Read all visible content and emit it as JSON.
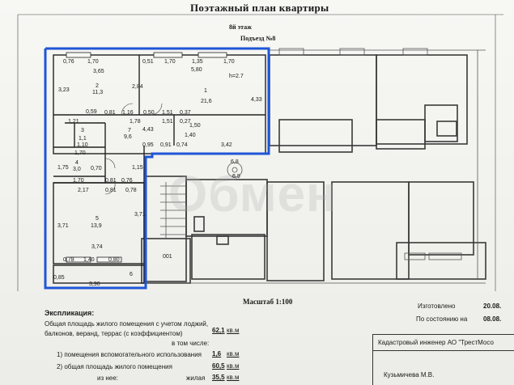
{
  "document": {
    "title": "Поэтажный план квартиры",
    "floor": "8й этаж",
    "entrance": "Подъезд №8",
    "scale": "Масштаб 1:100",
    "watermark": "Обмен"
  },
  "plan": {
    "height_label": "h=2.7",
    "rooms": [
      {
        "num": "1",
        "area": "21,6"
      },
      {
        "num": "2",
        "area": "11,3"
      },
      {
        "num": "3",
        "area": "1,1"
      },
      {
        "num": "4",
        "area": "3,0"
      },
      {
        "num": "5",
        "area": "13,9"
      },
      {
        "num": "6",
        "area": ""
      },
      {
        "num": "7",
        "area": "9,6"
      },
      {
        "num": "001",
        "area": ""
      }
    ],
    "dims": [
      "0,76",
      "1,70",
      "3,65",
      "0,51",
      "1,70",
      "1,35",
      "1,70",
      "5,80",
      "3,23",
      "2,84",
      "4,33",
      "0,59",
      "0,81",
      "1,16",
      "0,50",
      "1,51",
      "0,37",
      "1,21",
      "1,78",
      "1,51",
      "0,27",
      "4,43",
      "1,50",
      "1,40",
      "1,10",
      "0,95",
      "0,91",
      "0,74",
      "3,42",
      "1,70",
      "1,75",
      "0,70",
      "1,15",
      "1,70",
      "0,81",
      "0,76",
      "2,17",
      "0,81",
      "0,78",
      "3,71",
      "3,71",
      "3,74",
      "0,78",
      "1,40",
      "0,80",
      "0,85",
      "3,90",
      "6,8",
      "6,9"
    ]
  },
  "stamp_right": {
    "izgotovleno_label": "Изготовлено",
    "izgotovleno_date": "20.08.",
    "sostoyanie_label": "По состоянию на",
    "sostoyanie_date": "08.08.",
    "engineer": "Кадастровый инженер АО \"ТрестМосо",
    "person": "Кузьмичева М.В."
  },
  "explication": {
    "heading": "Экспликация:",
    "line1a": "Общая площадь жилого помещения с учетом лоджий,",
    "line1b": "балконов, веранд, террас (с коэффициентом)",
    "total_value": "62,1",
    "unit": "кв.м",
    "incl": "в том числе:",
    "line2": "1) помещения вспомогательного использования",
    "aux_value": "1,6",
    "line3": "2) общая площадь жилого помещения",
    "gen_value": "60,5",
    "line4a": "из нее:",
    "line4b": "жилая",
    "living_value": "35,5"
  }
}
